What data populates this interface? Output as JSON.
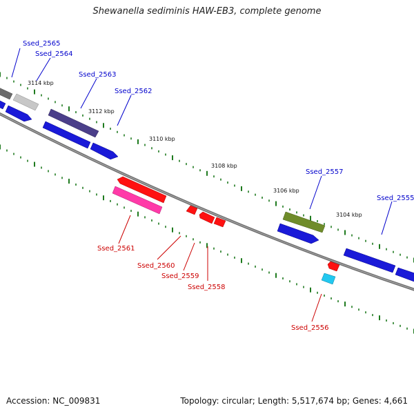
{
  "title": "Shewanella sediminis HAW-EB3, complete genome",
  "footer": {
    "accession": "Accession: NC_009831",
    "summary": "Topology: circular; Length: 5,517,674 bp; Genes: 4,661"
  },
  "colors": {
    "forward_label": "#0000cc",
    "reverse_label": "#cc0000",
    "backbone": "#7a7a7a",
    "tick": "#1e7a1e"
  },
  "scale_ticks": [
    {
      "text": "3114 kbp"
    },
    {
      "text": "3112 kbp"
    },
    {
      "text": "3110 kbp"
    },
    {
      "text": "3108 kbp"
    },
    {
      "text": "3106 kbp"
    },
    {
      "text": "3104 kbp"
    }
  ],
  "genes": [
    {
      "id": "Ssed_2565",
      "strand": "forward"
    },
    {
      "id": "Ssed_2564",
      "strand": "forward"
    },
    {
      "id": "Ssed_2563",
      "strand": "forward"
    },
    {
      "id": "Ssed_2562",
      "strand": "forward"
    },
    {
      "id": "Ssed_2557",
      "strand": "forward"
    },
    {
      "id": "Ssed_2555",
      "strand": "forward"
    },
    {
      "id": "Ssed_2561",
      "strand": "reverse"
    },
    {
      "id": "Ssed_2560",
      "strand": "reverse"
    },
    {
      "id": "Ssed_2559",
      "strand": "reverse"
    },
    {
      "id": "Ssed_2558",
      "strand": "reverse"
    },
    {
      "id": "Ssed_2556",
      "strand": "reverse"
    }
  ]
}
